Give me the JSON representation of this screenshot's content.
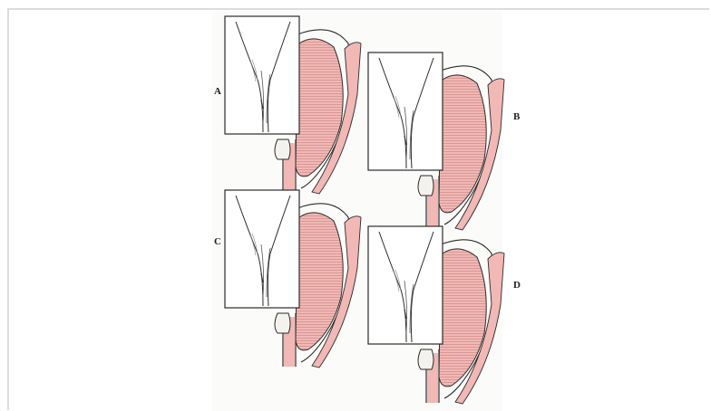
{
  "figure": {
    "panels": [
      {
        "id": "A",
        "label": "A"
      },
      {
        "id": "B",
        "label": "B"
      },
      {
        "id": "C",
        "label": "C"
      },
      {
        "id": "D",
        "label": "D"
      }
    ],
    "colors": {
      "background": "#ffffff",
      "frame": "#dcdcdc",
      "muscle_fill": "#f1b8b5",
      "muscle_hatch": "#9a4a48",
      "line": "#2b2b2b"
    }
  }
}
